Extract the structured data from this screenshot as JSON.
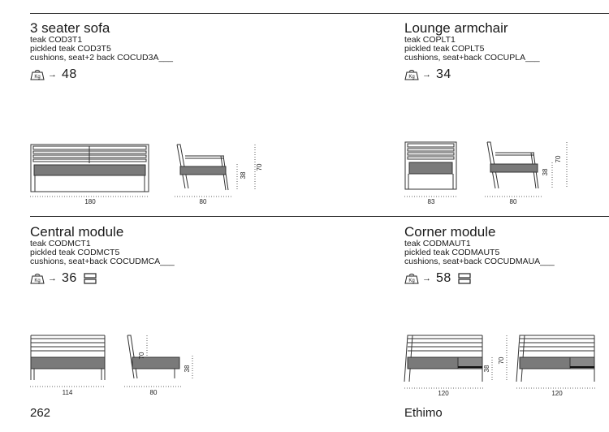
{
  "products": [
    {
      "title": "3 seater sofa",
      "codes": [
        "teak COD3T1",
        "pickled teak COD3T5",
        "cushions, seat+2 back COCUD3A___"
      ],
      "weight": "48",
      "stackable": false,
      "dims": {
        "width": "180",
        "depth": "80",
        "seat_height": "38",
        "height": "70"
      }
    },
    {
      "title": "Lounge armchair",
      "codes": [
        "teak COPLT1",
        "pickled teak COPLT5",
        "cushions, seat+back COCUPLA___"
      ],
      "weight": "34",
      "stackable": false,
      "dims": {
        "width": "83",
        "depth": "80",
        "seat_height": "38",
        "height": "70"
      }
    },
    {
      "title": "Central module",
      "codes": [
        "teak CODMCT1",
        "pickled teak CODMCT5",
        "cushions, seat+back COCUDMCA___"
      ],
      "weight": "36",
      "stackable": true,
      "dims": {
        "width": "114",
        "depth": "80",
        "seat_height": "38",
        "height": "70"
      }
    },
    {
      "title": "Corner module",
      "codes": [
        "teak CODMAUT1",
        "pickled teak CODMAUT5",
        "cushions, seat+back COCUDMAUA___"
      ],
      "weight": "58",
      "stackable": true,
      "dims": {
        "width1": "120",
        "width2": "120",
        "seat_height": "38",
        "height": "70"
      }
    }
  ],
  "weight_icon_label": "Kg",
  "footer": {
    "page_number": "262",
    "brand": "Ethimo"
  }
}
